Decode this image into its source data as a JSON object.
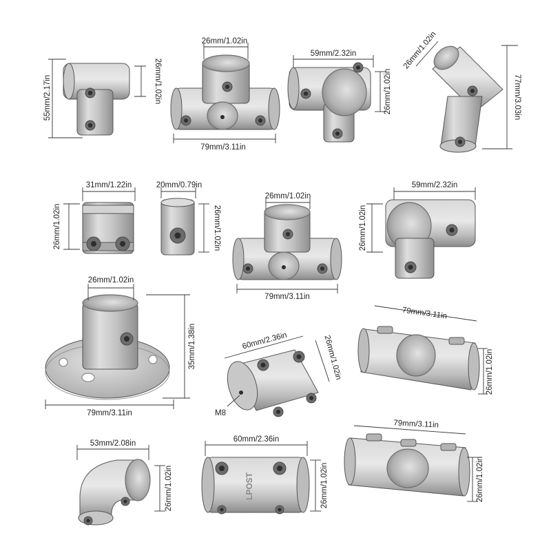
{
  "fittings": [
    {
      "id": "tee-short",
      "dims": [
        "55mm/2.17in",
        "26mm/1.02in"
      ]
    },
    {
      "id": "three-way-cross",
      "dims": [
        "26mm/1.02in",
        "79mm/3.11in"
      ]
    },
    {
      "id": "corner-tee",
      "dims": [
        "59mm/2.32in",
        "26mm/1.02in"
      ]
    },
    {
      "id": "angle-45",
      "dims": [
        "26mm/1.02in",
        "77mm/3.03in"
      ]
    },
    {
      "id": "coupler-double",
      "dims": [
        "31mm/1.22in",
        "26mm/1.02in"
      ]
    },
    {
      "id": "collar-single",
      "dims": [
        "20mm/0.79in",
        "26mm/1.02in"
      ]
    },
    {
      "id": "three-way-cross-2",
      "dims": [
        "26mm/1.02in",
        "79mm/3.11in"
      ]
    },
    {
      "id": "corner-3way",
      "dims": [
        "59mm/2.32in",
        "26mm/1.02in"
      ]
    },
    {
      "id": "floor-flange",
      "dims": [
        "26mm/1.02in",
        "35mm/1.38in",
        "79mm/3.11in"
      ]
    },
    {
      "id": "cylinder-cross",
      "dims": [
        "60mm/2.36in",
        "26mm/1.02in",
        "M8"
      ]
    },
    {
      "id": "long-tee-open",
      "dims": [
        "79mm/3.11in",
        "26mm/1.02in"
      ]
    },
    {
      "id": "elbow-90",
      "dims": [
        "53mm/2.08in",
        "26mm/1.02in"
      ]
    },
    {
      "id": "straight-connector",
      "dims": [
        "60mm/2.36in",
        "26mm/1.02in"
      ],
      "engraving": "LPOST"
    },
    {
      "id": "long-tee-open-2",
      "dims": [
        "79mm/3.11in",
        "26mm/1.02in"
      ]
    }
  ],
  "colors": {
    "metal_light": "#dcdcdc",
    "metal_mid": "#b8b8b8",
    "metal_dark": "#8e8e8e",
    "dim_line": "#333333"
  }
}
